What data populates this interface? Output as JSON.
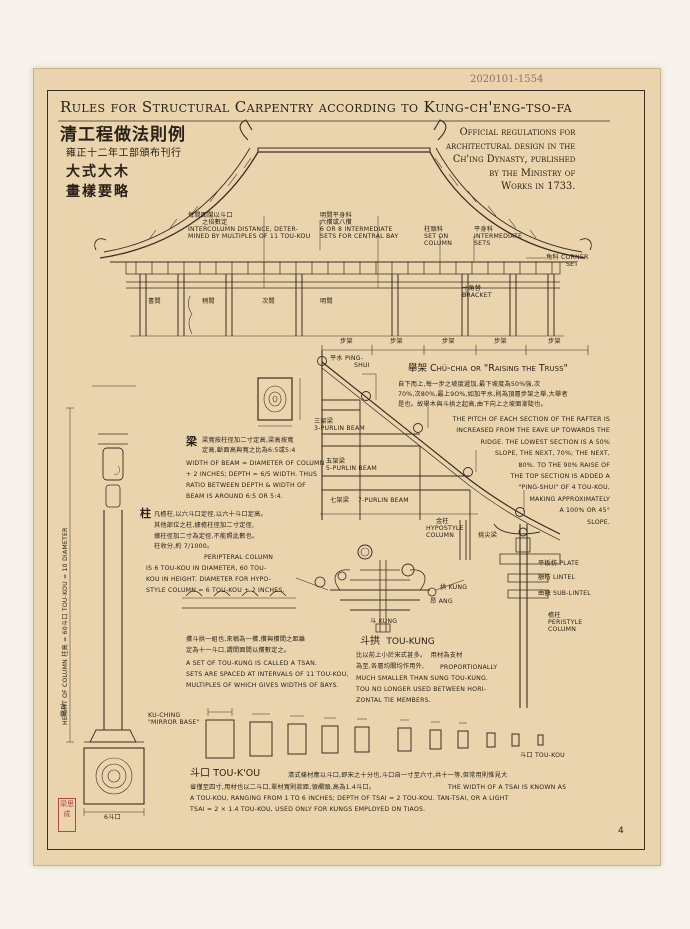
{
  "sheet": {
    "serial": "2020101-1554",
    "page_number": "4"
  },
  "title": "Rules for Structural Carpentry according to Kung-ch'eng-tso-fa",
  "chinese_title": {
    "main": "清工程做法則例",
    "sub": "雍正十二年工部頒布刊行",
    "line3": "大式大木",
    "line4": "畫樣要略"
  },
  "intro": {
    "lines": [
      "Official regulations for",
      "architectural design in the",
      "Ch'ing Dynasty, published",
      "by the Ministry of",
      "Works in 1733."
    ]
  },
  "elevation": {
    "intercolumn_cn": [
      "每間面闊以斗口",
      "之倍數定"
    ],
    "intercolumn_en": [
      "Intercolumn distance, deter-",
      "mined by multiples of 11 tou-kou"
    ],
    "central_bay_cn": [
      "明間平身科",
      "六攢或八攢"
    ],
    "central_bay_en": [
      "6 or 8 intermediate",
      "sets for central bay"
    ],
    "column_set_cn": "柱頭科",
    "column_set_en": [
      "Set on",
      "column"
    ],
    "intermediate_cn": "平身科",
    "intermediate_en": [
      "Intermediate",
      "sets"
    ],
    "corner_set_cn": "角科",
    "corner_set_en": [
      "Corner",
      "set"
    ],
    "bracket_cn": "一角替",
    "bracket_en": "Bracket",
    "room_labels": [
      "書間",
      "稍間",
      "次間",
      "明間"
    ]
  },
  "truss": {
    "bu_labels": [
      "步架",
      "步架",
      "步架",
      "步架",
      "步架"
    ],
    "ping_shui": [
      "平水 Ping-",
      "shui"
    ],
    "title": "舉架 Chü-chia or \"Raising the Truss\"",
    "cn_text": [
      "自下而上,每一步之坡度遞加,最下坡度為50%強,次",
      "70%,次80%,最上9O%,如加平水,則為頂層步架之舉,大舉者",
      "是也。故舉木與斗拱之起高,由下向上之坡面漸陡也。"
    ],
    "en_text": [
      "The pitch of each section of the rafter is",
      "increased from the eave up towards the",
      "ridge. The lowest section is a 50%",
      "slope, the next, 70%; the next,",
      "80%. To the 90% raise of",
      "the top section is added a",
      "\"ping-shui\" of 4 tou-kou,",
      "making approximately",
      "a 100% or 45°",
      "slope."
    ],
    "purlin3_cn": "三架梁",
    "purlin3_en": "3-Purlin Beam",
    "purlin5_cn": "五架梁",
    "purlin5_en": "5-Purlin Beam",
    "purlin7_cn": "七架梁",
    "purlin7_en": "7-Purlin Beam",
    "hypostyle_cn": "金柱",
    "hypostyle_en": [
      "Hypostyle",
      "column"
    ],
    "peristyle_cn": "檐柱",
    "peristyle_en": [
      "Peristyle",
      "column"
    ],
    "plate_cn": "平板枋",
    "plate_en": "Plate",
    "lintel_cn": "額枋",
    "lintel_en": "Lintel",
    "sublintel_cn": "由額",
    "sublintel_en": "Sub-lintel",
    "eave_cn": "挑尖梁"
  },
  "beam": {
    "cn": "梁",
    "cn_text": [
      "梁寬按柱徑加二寸定高,梁高按寬",
      "定高,斷面高與寬之比為6:5或5:4"
    ],
    "en_text": [
      "Width of beam = diameter of column",
      "+ 2 inches; depth = 6/5 width. Thus",
      "ratio between depth & width of",
      "beam is around 6:5 or 5:4."
    ]
  },
  "column": {
    "cn": "柱",
    "cn_text": [
      "凡檐柱,以六斗口定徑,以六十斗口定高。",
      "其他部位之柱,據檐柱徑加二寸定徑,",
      "據柱徑加二寸為定徑,不能照此數也。",
      "柱收分,約 7/1000。"
    ],
    "en_text": [
      "Peripteral column",
      "is 6 tou-kou in diameter, 60 tou-",
      "kou in height. Diameter for hypo-",
      "style column = 6 tou-kou + 2 inches."
    ],
    "height_label": "Height of column 柱高 = 60斗口 Tou-kou = 10 Diameter",
    "ku_ching_cn": "古鏡",
    "ku_ching_en": [
      "Ku-ching",
      "\"Mirror base\""
    ],
    "base_label": "6斗口"
  },
  "tsan": {
    "cn_text": [
      "攢斗拱一組也,來稱為一攢,攢與攢間之距離",
      "定為十一斗口,謂間面間以攢數定之。"
    ],
    "en_text": [
      "A set of tou-kung is called a Tsan.",
      "Sets are spaced at intervals of 11 tou-kou,",
      "multiples of which gives widths of bays."
    ]
  },
  "toukung": {
    "title_cn": "斗拱",
    "title_en": "Tou-kung",
    "cn_text": [
      "比以前上小於宋式甚多。",
      "用材為支材",
      "為至,各層均關均作用外,"
    ],
    "en_text": [
      "Proportionally",
      "much smaller than Sung tou-kung.",
      "Tou no longer used between hori-",
      "zontal tie members."
    ],
    "kung_cn": "拱",
    "kung_en": "Kung",
    "ang_cn": "昂",
    "ang_en": "Ang",
    "tou_cn": "斗",
    "tou_en": "Kung"
  },
  "toukou": {
    "title_cn": "斗口",
    "title_en": "Tou-k'ou",
    "cn_text": [
      "清式樣材應以斗口,即宋之十分也,斗口自一寸至六寸,共十一等,但常用則惟見大",
      "省僅至四寸,用材也以二斗口,單材寬則款距,領欄頭,高為1.4斗口。"
    ],
    "en_text": [
      "The width of a tsai is known as",
      "a tou-kou, ranging from 1 to 6 inches; depth of tsai = 2 tou-kou. Tan-tsai, or a light",
      "tsai = 2 × 1.4 tou-kou, used only for kungs employed on tiaos."
    ],
    "last_label": "斗口 Tou-kou"
  },
  "seal": "梁思成"
}
